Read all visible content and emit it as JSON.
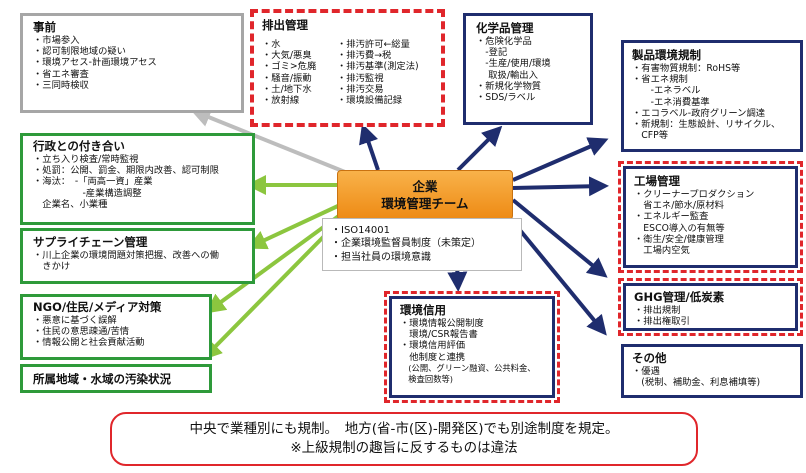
{
  "jizen": {
    "title": "事前",
    "lines": [
      "・市場参入",
      "・認可制限地域の疑い",
      "・環境アセス-計画環境アセス",
      "・省エネ審査",
      "・三同時検収"
    ]
  },
  "gyosei": {
    "title": "行政との付き合い",
    "lines": [
      "・立ち入り検査/常時監視",
      "・処罰：公開、罰金、期限内改善、認可制限",
      "・海汰：　-「両高一資」産業",
      "　　　　　 -産業構造調整",
      "　企業名、小業種"
    ]
  },
  "supply": {
    "title": "サプライチェーン管理",
    "lines": [
      "・川上企業の環境問題対策把握、改善への働",
      "　きかけ"
    ]
  },
  "ngo": {
    "title": "NGO/住民/メディア対策",
    "lines": [
      "・悪意に基づく誤解",
      "・住民の意思疎通/苦情",
      "・情報公開と社会貢献活動"
    ]
  },
  "shozoku": {
    "title": "所属地域・水域の汚染状況"
  },
  "haishutsu": {
    "title": "排出管理",
    "left": [
      "・水",
      "・大気/悪臭",
      "・ゴミ>危廃",
      "・騒音/振動",
      "・土/地下水",
      "・放射線"
    ],
    "right": [
      "・排汚許可←総量",
      "・排汚費→税",
      "・排汚基準(測定法)",
      "・排汚監視",
      "・排汚交易",
      "・環境設備記録"
    ]
  },
  "kagaku": {
    "title": "化学品管理",
    "lines": [
      "・危険化学品",
      "　-登記",
      "　-生産/使用/環境",
      "　 取扱/輸出入",
      "・新規化学物質",
      "・SDS/ラベル"
    ]
  },
  "seihin": {
    "title": "製品環境規制",
    "lines": [
      "・有害物質規制：RoHS等",
      "・省エネ規制",
      "　　-エネラベル",
      "　　-エネ消費基準",
      "・エコラベル-政府グリーン調達",
      "・新規制：生態設計、リサイクル、",
      "　CFP等"
    ]
  },
  "kojo": {
    "title": "工場管理",
    "lines": [
      "・クリーナープロダクション",
      "　省エネ/節水/原材料",
      "・エネルギー監査",
      "　ESCO導入の有無等",
      "・衛生/安全/健康管理",
      "　工場内空気"
    ]
  },
  "ghg": {
    "title": "GHG管理/低炭素",
    "lines": [
      "・排出規制",
      "・排出権取引"
    ]
  },
  "sonota": {
    "title": "その他",
    "lines": [
      "・優遇",
      "　(税制、補助金、利息補填等)"
    ]
  },
  "shinyo": {
    "title": "環境信用",
    "lines": [
      "・環境情報公開制度",
      "　環境/CSR報告書",
      "・環境信用評価",
      "　他制度と連携",
      "　(公開、グリーン融資、公共料金、",
      "　検査回数等)"
    ]
  },
  "center": {
    "line1": "企業",
    "line2": "環境管理チーム"
  },
  "iso": {
    "lines": [
      "・ISO14001",
      "・企業環境監督員制度（未策定）",
      "・担当社員の環境意識"
    ]
  },
  "bottom": {
    "line1": "中央で業種別にも規制。　地方(省-市(区)-開発区)でも別途制度を規定。",
    "line2": "※上級規制の趣旨に反するものは違法"
  },
  "colors": {
    "navy": "#1f2d6e",
    "green": "#2e9a3a",
    "gray": "#a6a6a6",
    "red": "#e0262b",
    "orange": "#f39a1c",
    "lime": "#8cc63f"
  }
}
